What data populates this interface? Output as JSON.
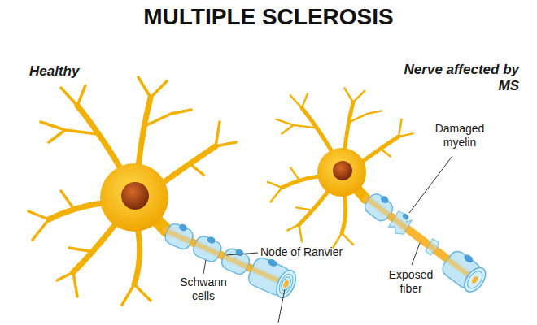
{
  "diagram": {
    "title": "MULTIPLE SCLEROSIS",
    "labels": [
      "Healthy",
      "Nerve affected by MS",
      "Node of Ranvier",
      "Schwann cells",
      "Damaged myelin",
      "Exposed fiber"
    ]
  }
}
